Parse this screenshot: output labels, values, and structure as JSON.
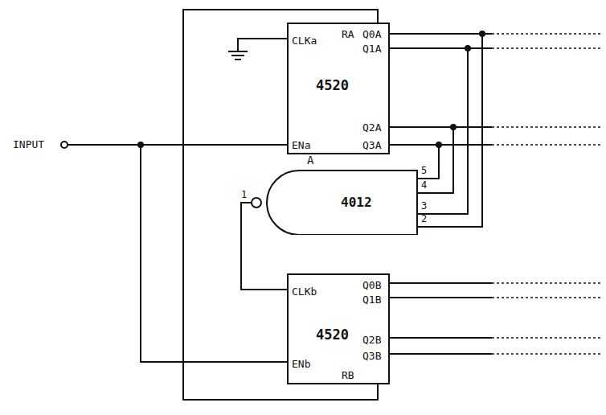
{
  "diagram": {
    "nodes": [
      {
        "text": [
          "RA",
          "Q0A",
          "CLKa",
          "Q1A",
          "4520",
          "Q2A",
          "ENa",
          "Q3A"
        ]
      },
      {
        "text": [
          "A",
          "4012"
        ]
      },
      {
        "text": [
          "Q0B",
          "CLKb",
          "Q1B",
          "4520",
          "Q2B",
          "Q3B",
          "ENb",
          "RB"
        ]
      }
    ],
    "edges": [
      {
        "from": 0,
        "to": 1,
        "arrow": "none"
      },
      {
        "from": 0,
        "to": 1,
        "arrow": "none"
      },
      {
        "from": 0,
        "to": 1,
        "arrow": "none"
      },
      {
        "from": 0,
        "to": 1,
        "arrow": "none"
      },
      {
        "from": 1,
        "to": 2,
        "arrow": "none"
      },
      {
        "from": 0,
        "to": 2,
        "arrow": "none"
      }
    ],
    "labels": [
      "INPUT",
      "5",
      "4",
      "1",
      "3",
      "2"
    ]
  }
}
